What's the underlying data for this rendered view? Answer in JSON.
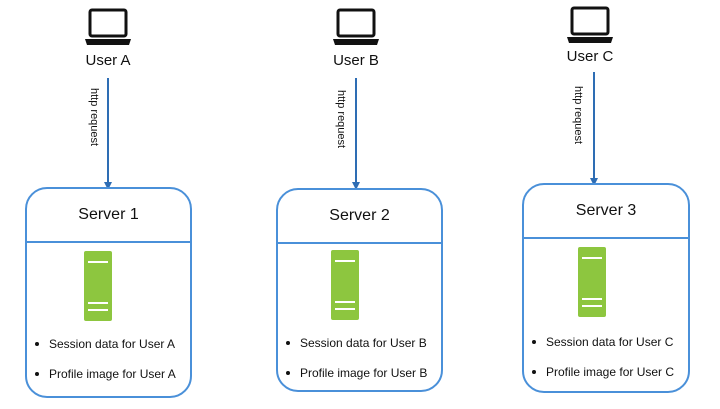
{
  "colors": {
    "box_border": "#4a90d9",
    "arrow": "#2e6db4",
    "server_icon": "#8dc63f",
    "text": "#111111"
  },
  "users": [
    {
      "label": "User A",
      "icon": "laptop-icon"
    },
    {
      "label": "User B",
      "icon": "laptop-icon"
    },
    {
      "label": "User C",
      "icon": "laptop-icon"
    }
  ],
  "request_label": "http request",
  "servers": [
    {
      "title": "Server 1",
      "icon": "server-icon",
      "items": [
        "Session data for User A",
        "Profile image for User A"
      ]
    },
    {
      "title": "Server 2",
      "icon": "server-icon",
      "items": [
        "Session data for User B",
        "Profile image for User B"
      ]
    },
    {
      "title": "Server 3",
      "icon": "server-icon",
      "items": [
        "Session data for User C",
        "Profile image for User C"
      ]
    }
  ]
}
